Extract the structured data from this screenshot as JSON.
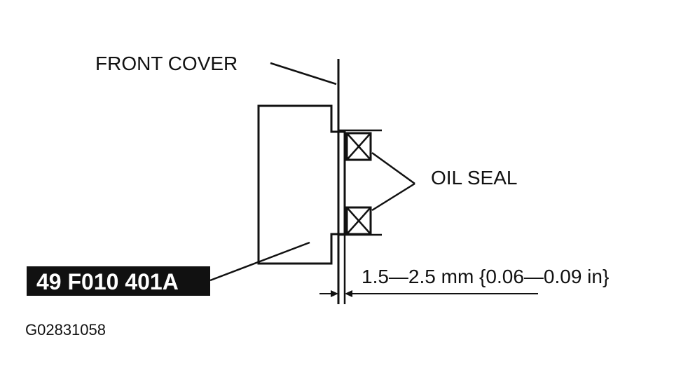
{
  "labels": {
    "front_cover": "FRONT COVER",
    "oil_seal": "OIL SEAL",
    "dimension": "1.5—2.5 mm {0.06—0.09 in}",
    "tool_number": "49 F010 401A",
    "figure_code": "G02831058"
  },
  "colors": {
    "ink": "#111111",
    "background": "#ffffff",
    "tool_label_bg": "#111111",
    "tool_label_text": "#ffffff"
  }
}
